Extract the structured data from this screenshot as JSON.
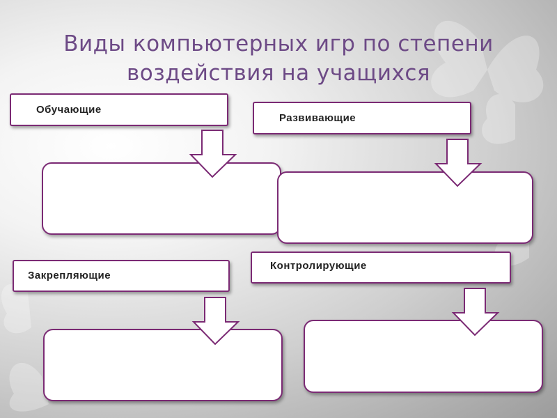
{
  "slide": {
    "title_line1": "Виды компьютерных игр по степени",
    "title_line2": "воздействия на учащихся"
  },
  "categories": [
    {
      "label": "Обучающие"
    },
    {
      "label": "Развивающие"
    },
    {
      "label": "Закрепляющие"
    },
    {
      "label": "Контролирующие"
    }
  ],
  "colors": {
    "title": "#6d4a86",
    "border": "#7b2a74"
  }
}
